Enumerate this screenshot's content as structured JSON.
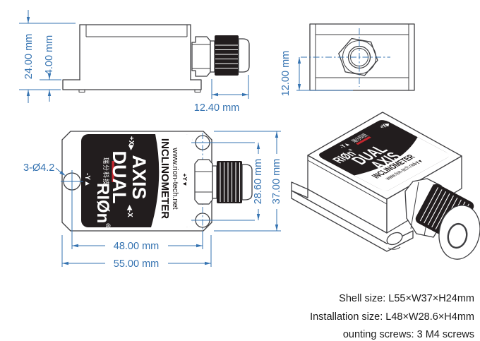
{
  "colors": {
    "dimension_blue": "#3573b1",
    "line_gray": "#3f3f42",
    "label_black": "#221d1e",
    "logo_red": "#c4272e"
  },
  "label": {
    "brand": "RIØn",
    "reg": "®",
    "brand_cn": "瑞分科技",
    "product_line1": "DUAL",
    "product_line2": "AXIS",
    "product_type": "INCLINOMETER",
    "website": "www.rion-tech.net",
    "axis_neg_y": "-Y▲",
    "axis_pos_x": "+X▶",
    "axis_neg_x": "◀-X",
    "axis_pos_y": "+Y▼"
  },
  "dimensions": {
    "total_height": "24.00 mm",
    "flange_height": "4.00 mm",
    "gland_length": "12.40 mm",
    "gland_center_height": "12.00 mm",
    "mounting_holes": "3-Ø4.2",
    "hole_pitch_length": "48.00 mm",
    "shell_length": "55.00 mm",
    "hole_pitch_width": "28.60 mm",
    "shell_width": "37.00 mm"
  },
  "notes": {
    "shell": "Shell size: L55×W37×H24mm",
    "installation": "Installation size: L48×W28.6×H4mm",
    "screws": "ounting screws: 3 M4 screws"
  }
}
